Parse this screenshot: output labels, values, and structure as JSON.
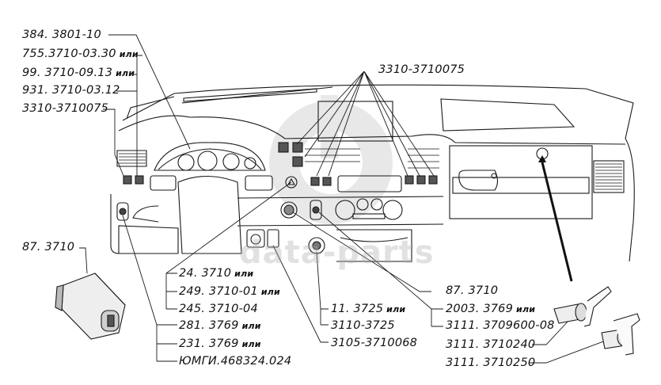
{
  "diagram": {
    "subject": "Instrument panel switches and electrical components",
    "watermark": "data-parts",
    "callouts_left": [
      {
        "id": "c1",
        "part": "384. 3801-10",
        "suffix": ""
      },
      {
        "id": "c2",
        "part": "755.3710-03.30",
        "suffix": "или"
      },
      {
        "id": "c3",
        "part": "99. 3710-09.13",
        "suffix": "или"
      },
      {
        "id": "c4",
        "part": "931. 3710-03.12",
        "suffix": ""
      },
      {
        "id": "c5",
        "part": "3310-3710075",
        "suffix": ""
      }
    ],
    "callout_top": {
      "id": "c6",
      "part": "3310-3710075",
      "suffix": ""
    },
    "callout_module": {
      "id": "c7",
      "part": "87. 3710",
      "suffix": ""
    },
    "callouts_bottom_left": [
      {
        "id": "c8",
        "part": "24. 3710",
        "suffix": "или"
      },
      {
        "id": "c9",
        "part": "249. 3710-01",
        "suffix": "или"
      },
      {
        "id": "c10",
        "part": "245. 3710-04",
        "suffix": ""
      },
      {
        "id": "c11",
        "part": "281. 3769",
        "suffix": "или"
      },
      {
        "id": "c12",
        "part": "231. 3769",
        "suffix": "или"
      },
      {
        "id": "c13",
        "part": "ЮМГИ.468324.024",
        "suffix": ""
      }
    ],
    "callouts_bottom_mid": [
      {
        "id": "c14",
        "part": "11. 3725",
        "suffix": "или"
      },
      {
        "id": "c15",
        "part": "3110-3725",
        "suffix": ""
      },
      {
        "id": "c16",
        "part": "3105-3710068",
        "suffix": ""
      }
    ],
    "callouts_bottom_right": [
      {
        "id": "c17",
        "part": "87. 3710",
        "suffix": ""
      },
      {
        "id": "c18",
        "part": "2003. 3769",
        "suffix": "или"
      },
      {
        "id": "c19",
        "part": "3111. 3709600-08",
        "suffix": ""
      },
      {
        "id": "c20",
        "part": "3111. 3710240",
        "suffix": ""
      },
      {
        "id": "c21",
        "part": "3111. 3710250",
        "suffix": ""
      }
    ]
  }
}
